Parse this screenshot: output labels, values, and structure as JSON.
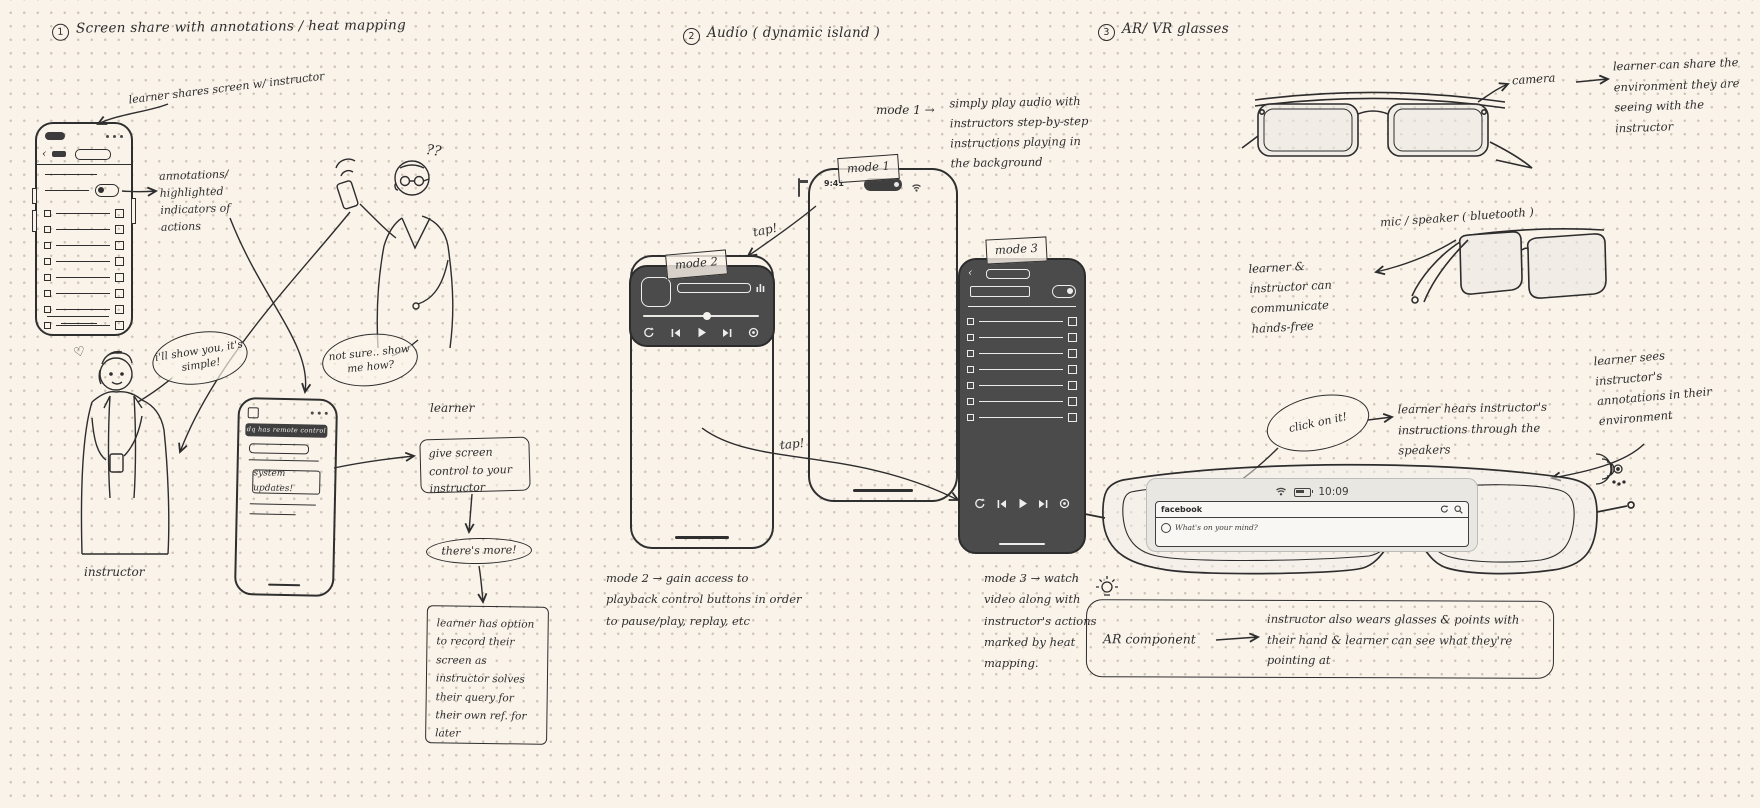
{
  "s1": {
    "num": "1",
    "title": "Screen share with annotations / heat mapping",
    "ann_share": "learner shares screen w/ instructor",
    "ann_annotations": "annotations/ highlighted indicators of actions",
    "bubble_instructor": "i'll show you, it's simple!",
    "bubble_learner": "not sure.. show me how?",
    "question": "??",
    "heart": "♡",
    "learner_label": "learner",
    "instructor_label": "instructor",
    "phone_remote_title": "dq has remote control",
    "system_updates": "system updates!",
    "flow_box": "give screen control to your instructor",
    "flow_oval": "there's more!",
    "flow_note": "learner has option to record their screen as instructor solves their query for their own ref. for later"
  },
  "s2": {
    "num": "2",
    "title": "Audio ( dynamic island )",
    "time": "9:41",
    "tap": "tap!",
    "mode1": {
      "label": "mode 1",
      "arrow": "→",
      "desc": "simply play audio with instructors step-by-step instructions playing in the background"
    },
    "mode2": {
      "label": "mode 2",
      "arrow": "→",
      "desc": "gain access to playback control buttons in order to pause/play, replay, etc"
    },
    "mode3": {
      "label": "mode 3",
      "arrow": "→",
      "desc": "watch video along with instructor's actions marked by heat mapping."
    }
  },
  "s3": {
    "num": "3",
    "title": "AR/ VR glasses",
    "camera_label": "camera",
    "camera_text": "learner can share the environment they are seeing with the instructor",
    "mic_label": "mic / speaker ( bluetooth )",
    "comm_text": "learner & instructor can communicate hands-free",
    "click_bubble": "click on it!",
    "hears_text": "learner hears instructor's instructions through the speakers",
    "sees_text": "learner sees instructor's annotations in their environment",
    "hud": {
      "time": "10:09",
      "brand": "facebook",
      "input": "What's on your mind?"
    },
    "ar_label": "AR component",
    "ar_arrow": "→",
    "ar_text": "instructor also wears glasses & points with their hand & learner can see what they're pointing at"
  }
}
